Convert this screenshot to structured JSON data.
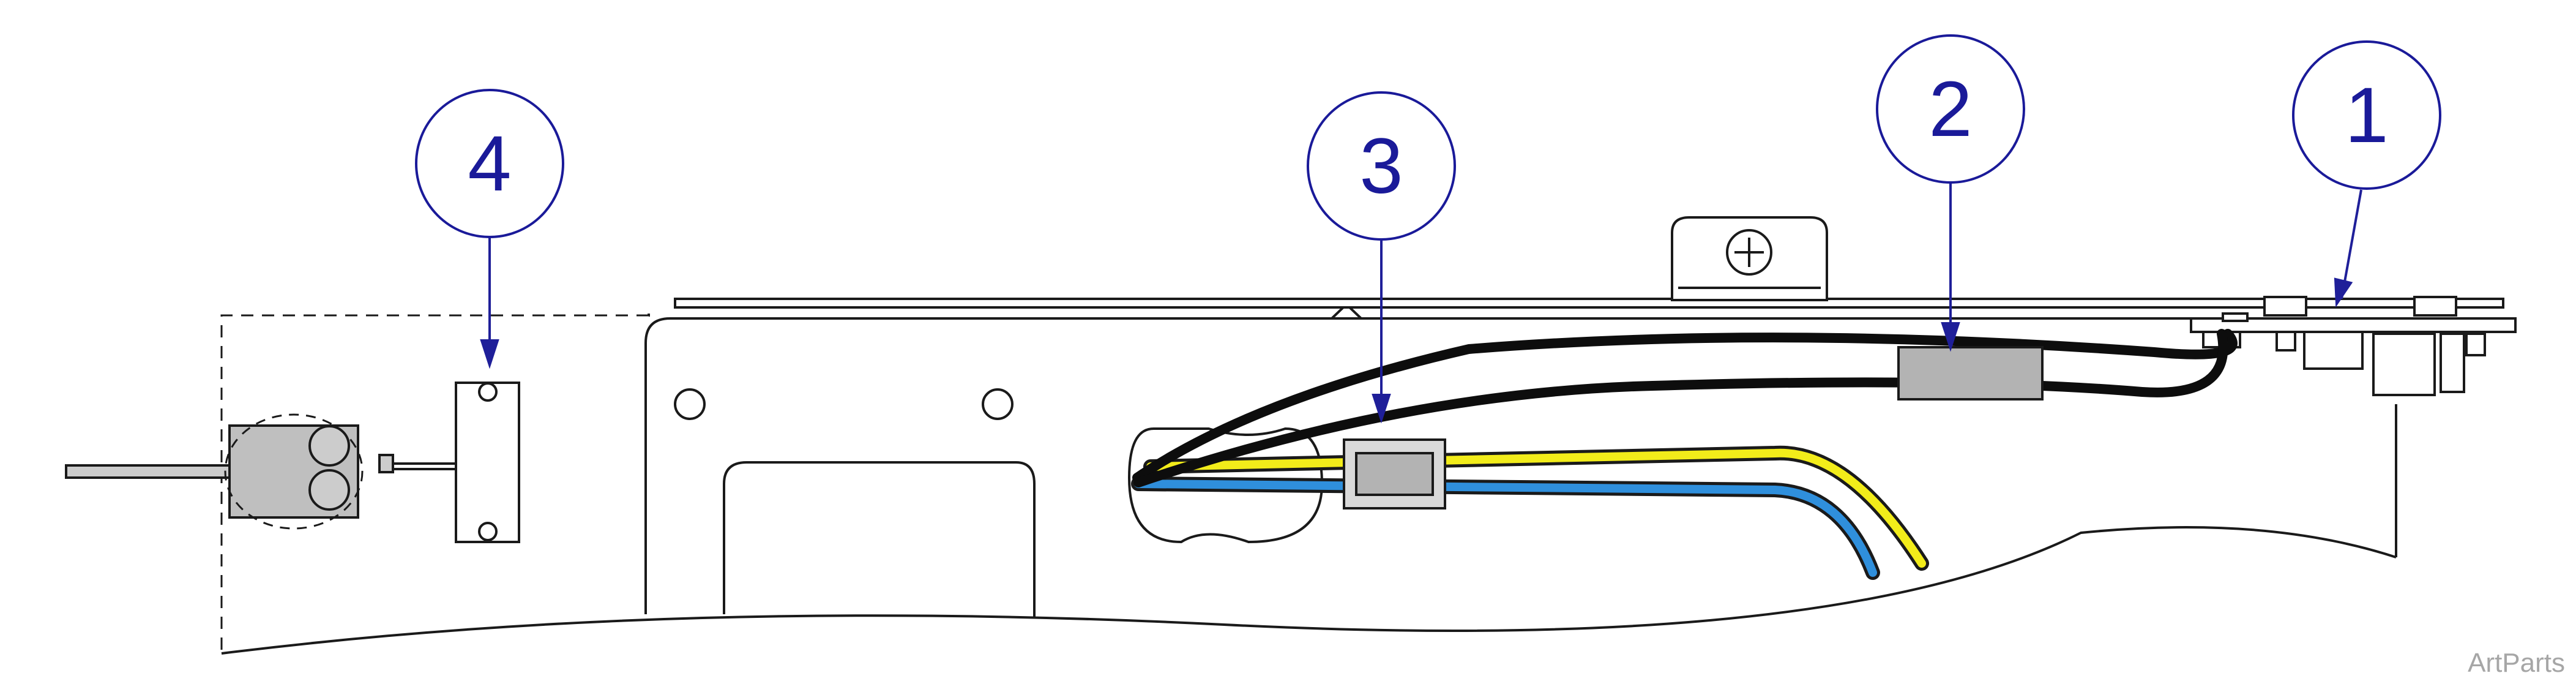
{
  "colors": {
    "outline": "#1a1a1a",
    "callout": "#1a1a99",
    "arrow": "#1f1f99",
    "wire_black": "#0d0d0d",
    "wire_yellow": "#f2ec1a",
    "wire_blue": "#2f8fdc",
    "ferrite": "#b3b3b3",
    "watermark": "#a6a6a6"
  },
  "callouts": [
    {
      "number": "1",
      "part": "circuit board"
    },
    {
      "number": "2",
      "part": "ferrite bead on black cable"
    },
    {
      "number": "3",
      "part": "ferrite bead on blue and yellow wires"
    },
    {
      "number": "4",
      "part": "probe holder"
    }
  ],
  "watermark": "ArtParts"
}
